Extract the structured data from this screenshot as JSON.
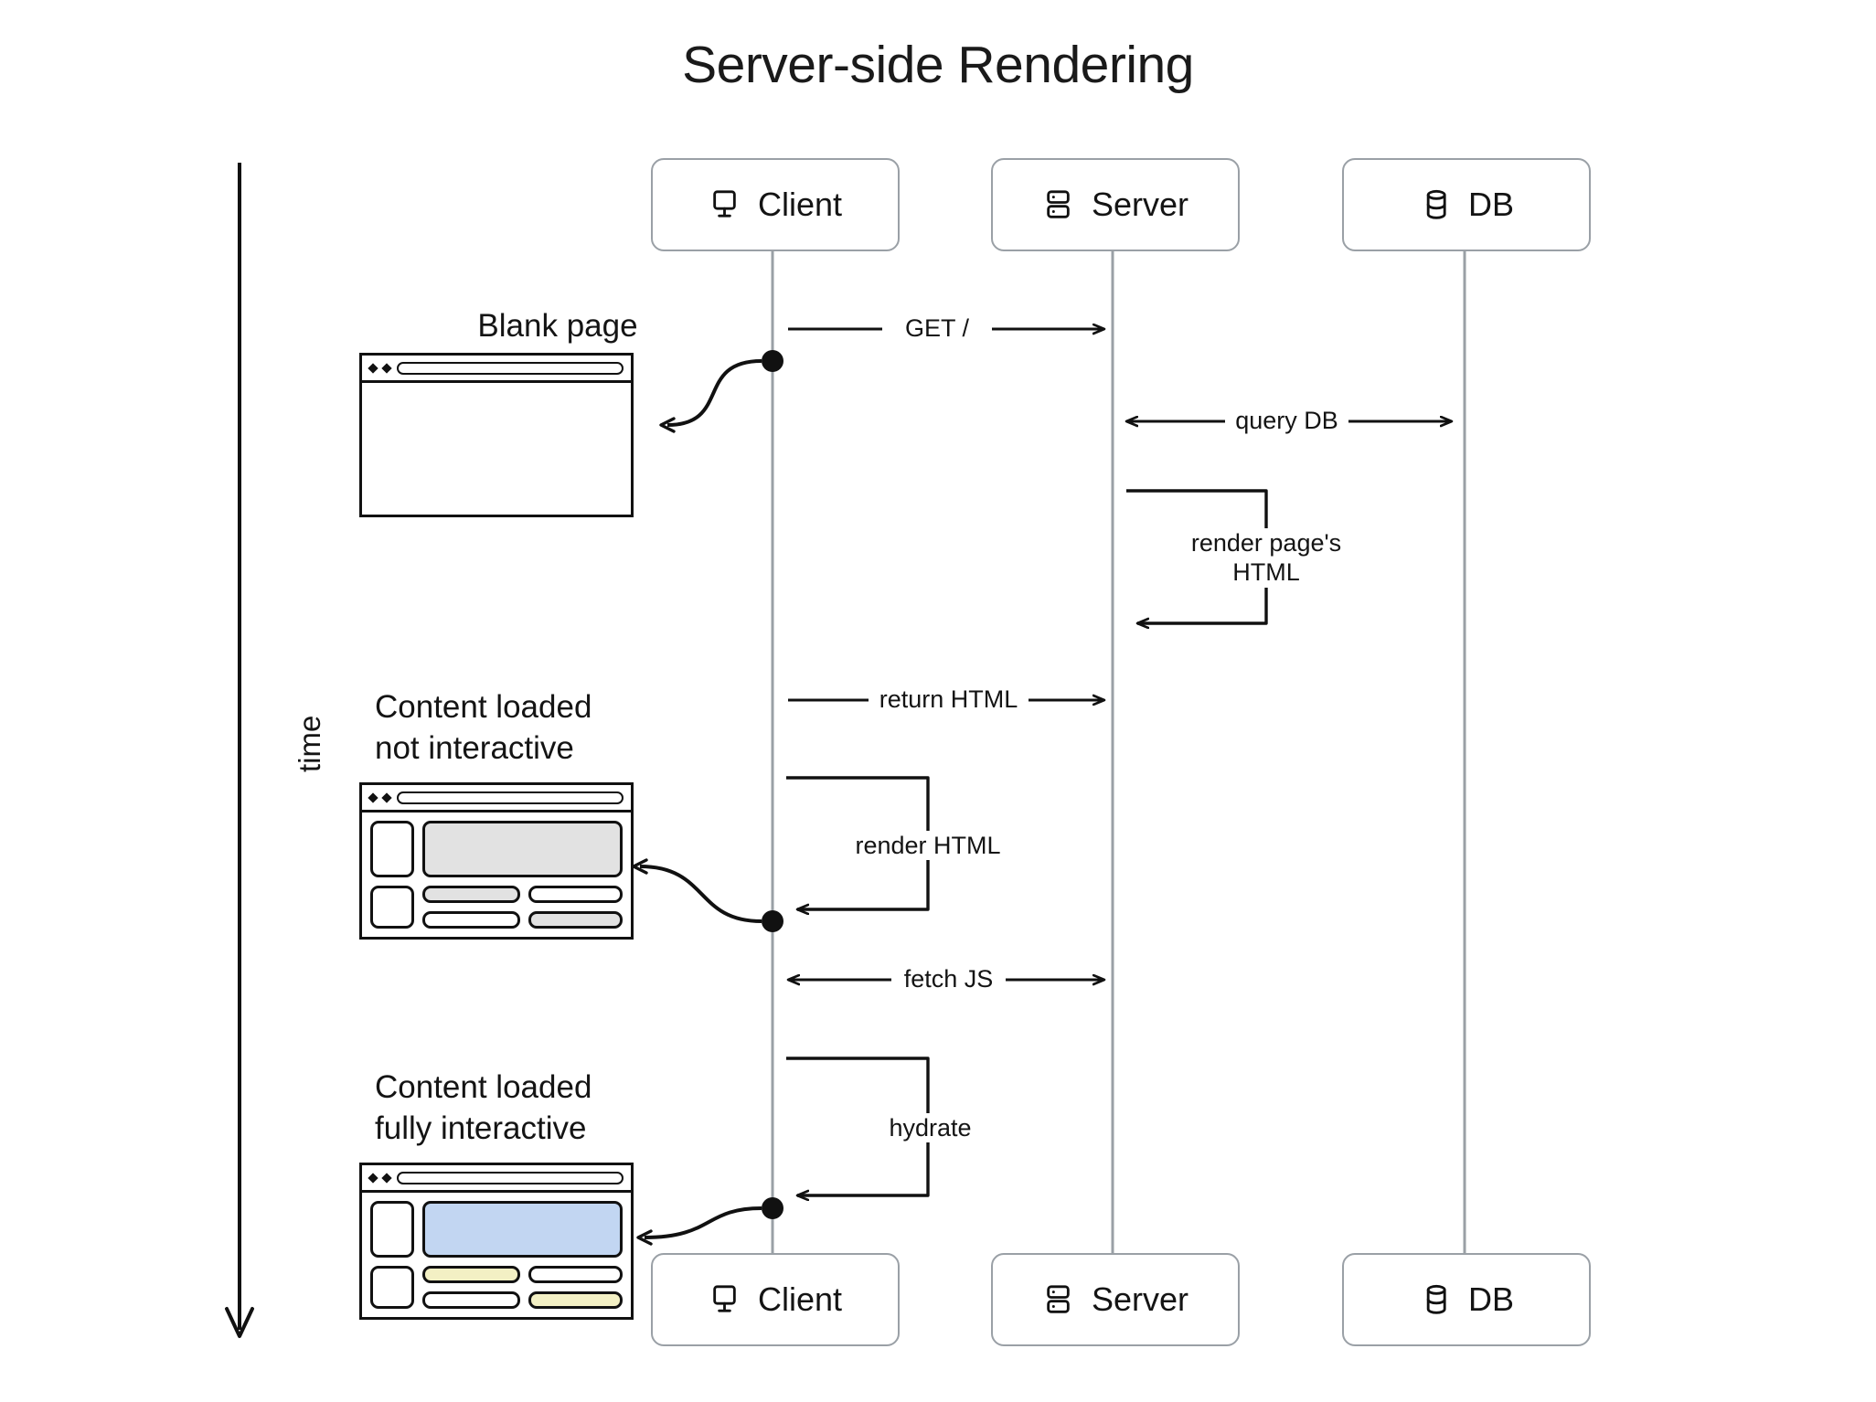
{
  "title": "Server-side Rendering",
  "time_axis": {
    "label": "time",
    "direction": "downward"
  },
  "participants": [
    {
      "id": "client",
      "label": "Client",
      "icon": "monitor-icon"
    },
    {
      "id": "server",
      "label": "Server",
      "icon": "server-rack-icon"
    },
    {
      "id": "db",
      "label": "DB",
      "icon": "database-icon"
    }
  ],
  "messages": [
    {
      "id": "get-root",
      "label": "GET /",
      "from": "client",
      "to": "server",
      "type": "arrow-right"
    },
    {
      "id": "query-db",
      "label": "query DB",
      "from": "server",
      "to": "db",
      "type": "arrow-bidirectional"
    },
    {
      "id": "render-page-html",
      "label": "render page's\nHTML",
      "on": "server",
      "type": "self-loop"
    },
    {
      "id": "return-html",
      "label": "return HTML",
      "from": "server",
      "to": "client",
      "type": "arrow-left"
    },
    {
      "id": "render-html",
      "label": "render HTML",
      "on": "client",
      "type": "self-loop"
    },
    {
      "id": "fetch-js",
      "label": "fetch JS",
      "from": "client",
      "to": "server",
      "type": "arrow-bidirectional"
    },
    {
      "id": "hydrate",
      "label": "hydrate",
      "on": "client",
      "type": "self-loop"
    }
  ],
  "stages": [
    {
      "id": "blank-page",
      "label": "Blank page",
      "mockup": {
        "variant": "empty",
        "banner_color": "",
        "cells": []
      }
    },
    {
      "id": "content-loaded-not-interactive",
      "label": "Content loaded\nnot interactive",
      "mockup": {
        "variant": "filled",
        "banner_color": "#e2e2e2",
        "cells": [
          "#e2e2e2",
          "#ffffff",
          "#ffffff",
          "#e2e2e2"
        ]
      }
    },
    {
      "id": "content-loaded-fully-interactive",
      "label": "Content loaded\nfully interactive",
      "mockup": {
        "variant": "filled",
        "banner_color": "#c2d6f2",
        "cells": [
          "#f3f0c4",
          "#ffffff",
          "#ffffff",
          "#f3f0c4"
        ]
      }
    }
  ],
  "colors": {
    "stroke": "#111111",
    "node_border": "#9aa0a6",
    "lifeline": "#9aa0a6",
    "gray_block": "#e2e2e2",
    "blue_block": "#c2d6f2",
    "yellow_block": "#f3f0c4",
    "background": "#ffffff"
  }
}
